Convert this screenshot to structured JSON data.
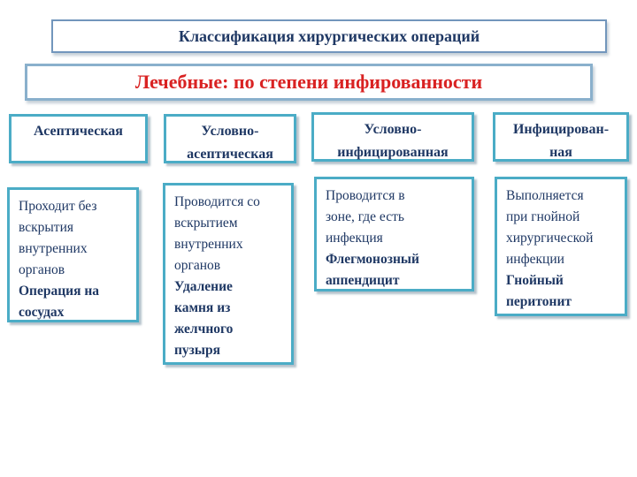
{
  "slide": {
    "title": "Классификация хирургических операций",
    "subtitle": "Лечебные: по степени инфированности"
  },
  "columns": [
    {
      "header": "Асептическая",
      "description": "Проходит без\nвскрытия\nвнутренних\nорганов",
      "example": "Операция на\nсосудах"
    },
    {
      "header": "Условно-\nасептическая",
      "description": "Проводится со\nвскрытием\nвнутренних\nорганов",
      "example": "Удаление\nкамня из\nжелчного\nпузыря"
    },
    {
      "header": "Условно-\nинфицированная",
      "description": "Проводится в\nзоне, где есть\nинфекция",
      "example": "Флегмонозный\nаппендицит"
    },
    {
      "header": "Инфицирован-\nная",
      "description": "Выполняется\nпри гнойной\nхирургической\nинфекции",
      "example": "Гнойный\nперитонит"
    }
  ],
  "colors": {
    "accent_border": "#4BACC6",
    "title_border": "#7296BC",
    "subtitle_border": "#8AB0CC",
    "body_text": "#1F3864",
    "subtitle_text": "#D92222",
    "background": "#FFFFFF"
  }
}
